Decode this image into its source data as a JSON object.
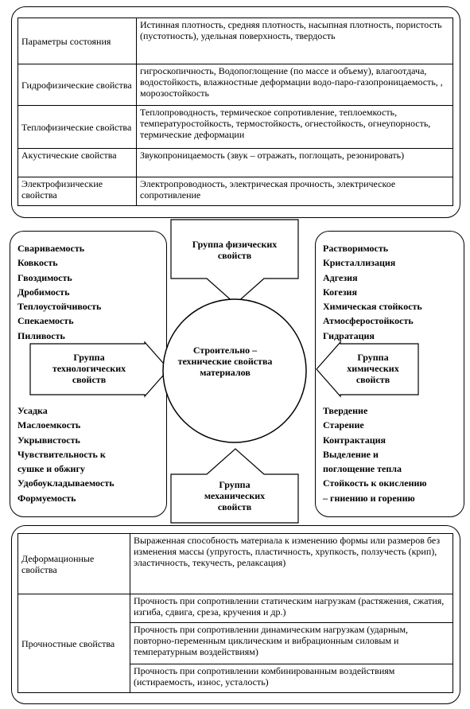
{
  "physical_table": [
    {
      "name": "Параметры состояния",
      "desc": "Истинная плотность, средняя плотность,  насыпная плотность, пористость (пустотность), удельная поверхность, твердость"
    },
    {
      "name": "Гидрофизические свойства",
      "desc": "гигроскопичность, Водопоглощение (по массе и объему), влагоотдача, водостойкость, влажностные деформации водо-паро-газопроницаемость, , морозостойкость"
    },
    {
      "name": "Теплофизические свойства",
      "desc": "Теплопроводность, термическое сопротивление, теплоемкость, температуростойкость,  термостойкость, огнестойкость, огнеупорность, термические деформации"
    },
    {
      "name": "Акустические свойства",
      "desc": "Звукопроницаемость (звук – отражать, поглощать, резонировать)"
    },
    {
      "name": "Электрофизические свойства",
      "desc": "Электропроводность, электрическая прочность, электрическое сопротивление"
    }
  ],
  "groups": {
    "physical": "Группа физических свойств",
    "technological": "Группа технологических свойств",
    "chemical": "Группа химических свойств",
    "mechanical": "Группа механических свойств",
    "center": "Строительно – технические свойства материалов"
  },
  "technological_top": [
    "Свариваемость",
    "Ковкость",
    "Гвоздимость",
    "Дробимость",
    "Теплоустойчивость",
    "Спекаемость",
    "Пиливость"
  ],
  "technological_bottom": [
    "Усадка",
    "Маслоемкость",
    "Укрывистость",
    "Чувствительность к",
    "сушке  и обжигу",
    "Удобоукладываемость",
    "Формуемость"
  ],
  "chemical_top": [
    "Растворимость",
    "Кристаллизация",
    "Адгезия",
    "Когезия",
    "Химическая стойкость",
    "Атмосферостойкость",
    "Гидратация"
  ],
  "chemical_bottom": [
    "Твердение",
    "Старение",
    "Контрактация",
    "Выделение и",
    "поглощение тепла",
    "Стойкость к окислению",
    "– гниению и горению"
  ],
  "mechanical_table": {
    "deform_name": "Деформационные свойства",
    "deform_desc": "Выраженная способность материала к изменению формы или размеров без изменения массы  (упругость, пластичность, хрупкость,  ползучесть (крип), эластичность, текучесть,  релаксация)",
    "strength_name": "Прочностные свойства",
    "strength_rows": [
      "Прочность при сопротивлении статическим нагрузкам (растяжения, сжатия, изгиба, сдвига, среза, кручения и др.)",
      "Прочность при сопротивлении динамическим нагрузкам (ударным, повторно-переменным циклическим и вибрационным силовым и температурным воздействиям)",
      "Прочность при сопротивлении комбинированным воздействиям (истираемость, износ, усталость)"
    ]
  }
}
